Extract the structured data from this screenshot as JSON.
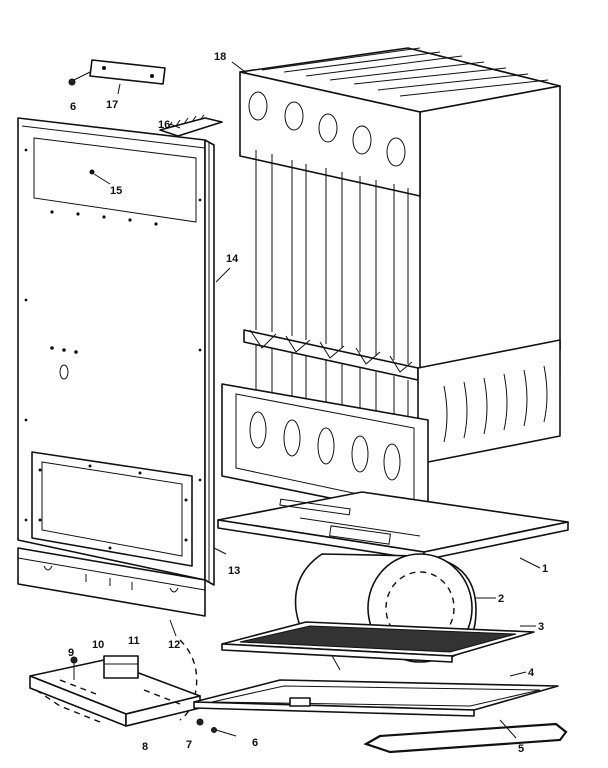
{
  "callouts": [
    {
      "key": "1",
      "text": "1"
    },
    {
      "key": "2",
      "text": "2"
    },
    {
      "key": "3",
      "text": "3"
    },
    {
      "key": "4",
      "text": "4"
    },
    {
      "key": "5",
      "text": "5"
    },
    {
      "key": "6a",
      "text": "6"
    },
    {
      "key": "6b",
      "text": "6"
    },
    {
      "key": "7",
      "text": "7"
    },
    {
      "key": "8",
      "text": "8"
    },
    {
      "key": "9",
      "text": "9"
    },
    {
      "key": "10",
      "text": "10"
    },
    {
      "key": "11",
      "text": "11"
    },
    {
      "key": "12",
      "text": "12"
    },
    {
      "key": "13",
      "text": "13"
    },
    {
      "key": "14",
      "text": "14"
    },
    {
      "key": "15",
      "text": "15"
    },
    {
      "key": "16",
      "text": "16"
    },
    {
      "key": "17",
      "text": "17"
    },
    {
      "key": "18",
      "text": "18"
    }
  ]
}
